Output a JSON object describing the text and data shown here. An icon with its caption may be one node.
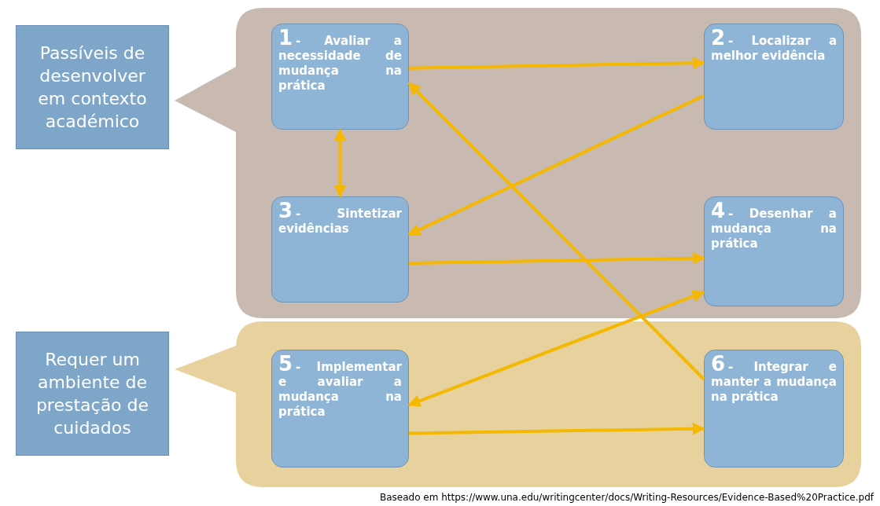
{
  "diagram": {
    "nodes": [
      {
        "text": [
          "Passíveis de desenvolver em contexto académico"
        ]
      },
      {
        "text": [],
        "shape": "box"
      },
      {
        "text": [
          "1",
          "- Avaliar a necessidade de mudança na prática"
        ],
        "in": 1
      },
      {
        "text": [
          "2",
          "- Localizar a melhor evidência"
        ],
        "in": 1
      },
      {
        "text": [
          "3",
          "- Sintetizar evidências"
        ],
        "in": 1
      },
      {
        "text": [
          "4",
          "- Desenhar a mudança na prática"
        ],
        "in": 1
      },
      {
        "text": [
          "Requer um ambiente de prestação de cuidados"
        ]
      },
      {
        "text": [],
        "shape": "box"
      },
      {
        "text": [
          "5",
          "- Implementar e avaliar a mudança na prática"
        ],
        "in": 7
      },
      {
        "text": [
          "6",
          "- Integrar e manter a mudança na prática"
        ],
        "in": 7
      }
    ],
    "edges": [
      {
        "from": 2,
        "to": 3,
        "arrow": "to"
      },
      {
        "from": 3,
        "to": 4,
        "arrow": "to"
      },
      {
        "from": 2,
        "to": 4,
        "arrow": "both"
      },
      {
        "from": 4,
        "to": 5,
        "arrow": "to"
      },
      {
        "from": 5,
        "to": 8,
        "arrow": "both"
      },
      {
        "from": 9,
        "to": 2,
        "arrow": "to"
      },
      {
        "from": 8,
        "to": 9,
        "arrow": "to"
      }
    ],
    "labels": [
      "Baseado em https://www.una.edu/writingcenter/docs/Writing-Resources/Evidence-Based%20Practice.pdf"
    ]
  }
}
